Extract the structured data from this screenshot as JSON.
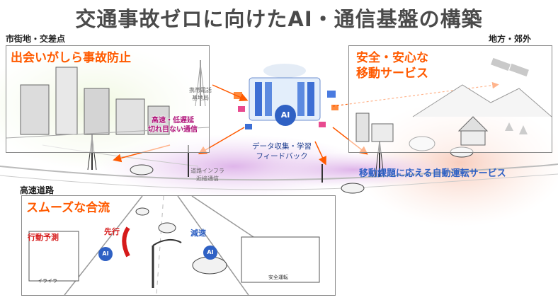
{
  "title": "交通事故ゼロに向けたAI・通信基盤の構築",
  "regions": {
    "urban": "市街地・交差点",
    "rural": "地方・郊外",
    "highway": "高速道路"
  },
  "panels": {
    "urban_title": "出会いがしら事故防止",
    "rural_title_line1": "安全・安心な",
    "rural_title_line2": "移動サービス",
    "highway_title": "スムーズな合流"
  },
  "labels": {
    "base_station_line1": "携帯電話",
    "base_station_line2": "基地局",
    "comm_line1": "高速・低遅延",
    "comm_line2": "切れ目ない通信",
    "data_line1": "データ収集・学習",
    "data_line2": "フィードバック",
    "infra_line1": "道路インフラ",
    "infra_line2": "近接通信",
    "autonomous": "移動課題に応える自動運転サービス",
    "behavior": "行動予測",
    "ahead": "先行",
    "decel": "減速",
    "irritated": "イライラ",
    "safe_driving": "安全運転",
    "ai_badge": "AI"
  },
  "colors": {
    "accent_orange": "#ff5a00",
    "purple": "#b0157a",
    "blue": "#2f61c4",
    "red": "#d61a1a"
  }
}
